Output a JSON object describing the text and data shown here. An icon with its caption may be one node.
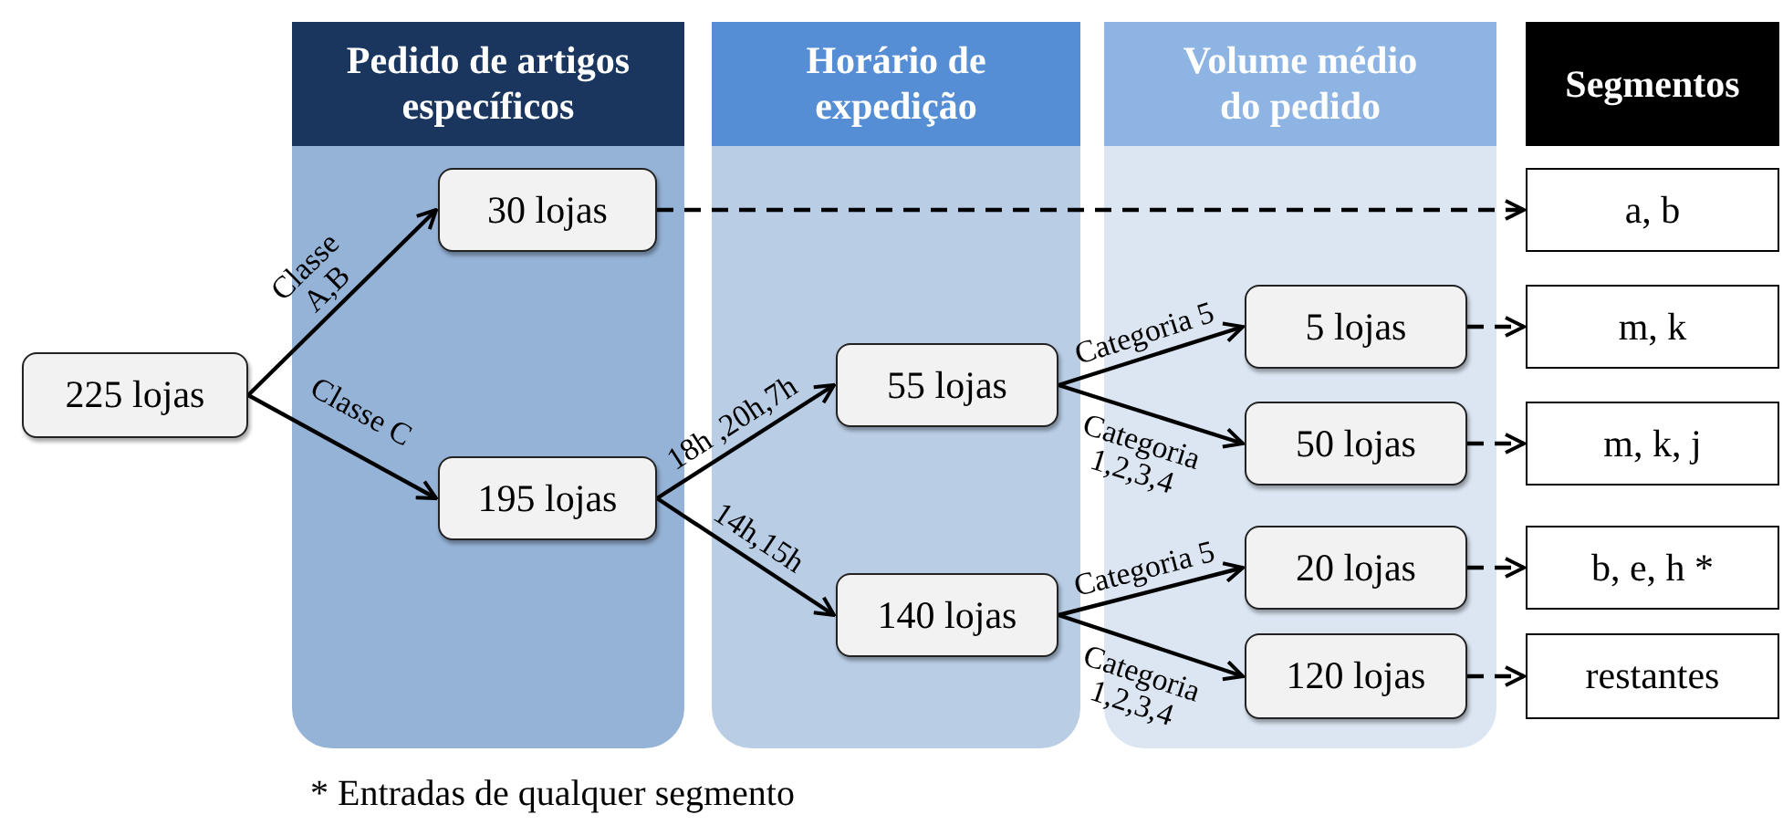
{
  "diagram": {
    "nodes": [
      {
        "text": [
          "Pedido de artigos específicos"
        ]
      },
      {
        "text": [
          "Horário de expedição"
        ]
      },
      {
        "text": [
          "Volume médio do pedido"
        ]
      },
      {
        "text": [
          "Segmentos"
        ]
      },
      {
        "text": [
          "225 lojas"
        ]
      },
      {
        "text": [
          "30 lojas"
        ],
        "in": 0
      },
      {
        "text": [
          "195 lojas"
        ],
        "in": 0
      },
      {
        "text": [
          "55 lojas"
        ],
        "in": 1
      },
      {
        "text": [
          "140 lojas"
        ],
        "in": 1
      },
      {
        "text": [
          "5 lojas"
        ],
        "in": 2
      },
      {
        "text": [
          "50 lojas"
        ],
        "in": 2
      },
      {
        "text": [
          "20 lojas"
        ],
        "in": 2
      },
      {
        "text": [
          "120 lojas"
        ],
        "in": 2
      },
      {
        "text": [
          "a, b"
        ]
      },
      {
        "text": [
          "m, k"
        ]
      },
      {
        "text": [
          "m, k, j"
        ]
      },
      {
        "text": [
          "b, e, h *"
        ]
      },
      {
        "text": [
          "restantes"
        ]
      }
    ],
    "edges": [
      {
        "from": 4,
        "to": 5,
        "arrow": "to",
        "label": "Classe A,B"
      },
      {
        "from": 4,
        "to": 6,
        "arrow": "to",
        "label": "Classe C"
      },
      {
        "from": 6,
        "to": 7,
        "arrow": "to",
        "label": "18h ,20h,7h"
      },
      {
        "from": 6,
        "to": 8,
        "arrow": "to",
        "label": "14h,15h"
      },
      {
        "from": 7,
        "to": 9,
        "arrow": "to",
        "label": "Categoria 5"
      },
      {
        "from": 7,
        "to": 10,
        "arrow": "to",
        "label": "Categoria 1,2,3,4"
      },
      {
        "from": 8,
        "to": 11,
        "arrow": "to",
        "label": "Categoria 5"
      },
      {
        "from": 8,
        "to": 12,
        "arrow": "to",
        "label": "Categoria 1,2,3,4"
      },
      {
        "from": 5,
        "to": 13,
        "arrow": "to",
        "style": "dashed"
      },
      {
        "from": 9,
        "to": 14,
        "arrow": "to",
        "style": "dashed"
      },
      {
        "from": 10,
        "to": 15,
        "arrow": "to",
        "style": "dashed"
      },
      {
        "from": 11,
        "to": 16,
        "arrow": "to",
        "style": "dashed"
      },
      {
        "from": 12,
        "to": 17,
        "arrow": "to",
        "style": "dashed"
      }
    ],
    "labels": [
      "* Entradas de qualquer segmento"
    ]
  }
}
